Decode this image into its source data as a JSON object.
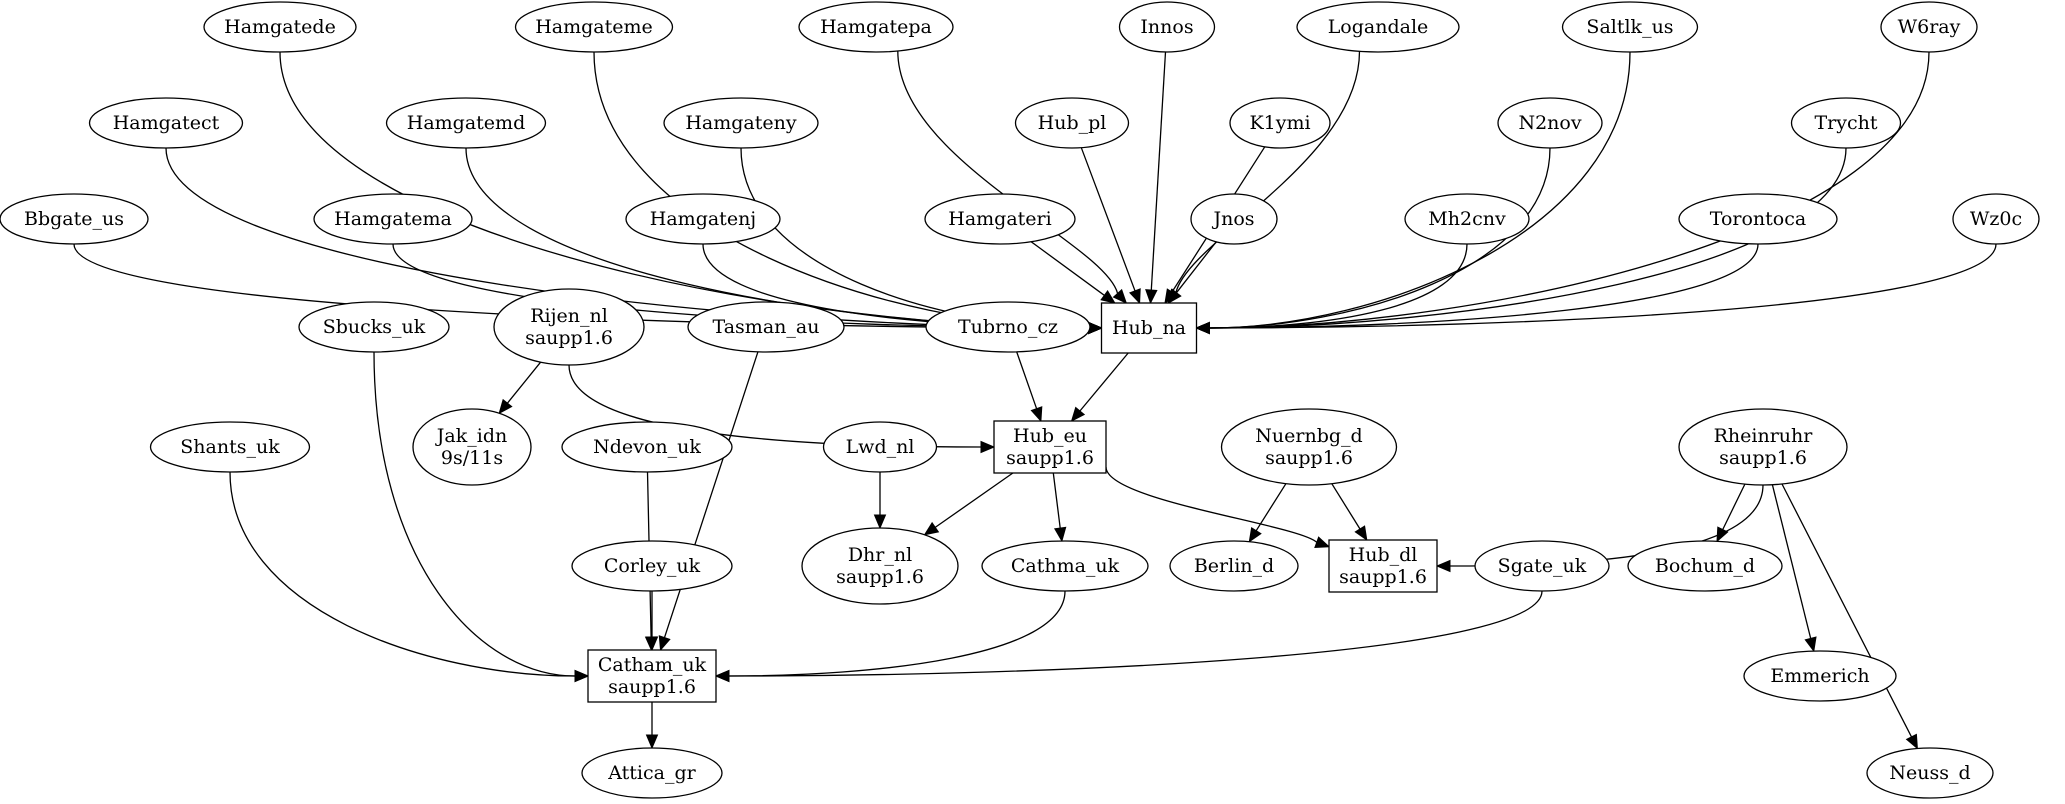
{
  "diagram": {
    "type": "directed-graph",
    "nodes": [
      {
        "id": "hamgatede",
        "shape": "ellipse",
        "lines": [
          "Hamgatede"
        ]
      },
      {
        "id": "hamgateme",
        "shape": "ellipse",
        "lines": [
          "Hamgateme"
        ]
      },
      {
        "id": "hamgatepa",
        "shape": "ellipse",
        "lines": [
          "Hamgatepa"
        ]
      },
      {
        "id": "innos",
        "shape": "ellipse",
        "lines": [
          "Innos"
        ]
      },
      {
        "id": "logandale",
        "shape": "ellipse",
        "lines": [
          "Logandale"
        ]
      },
      {
        "id": "saltlk_us",
        "shape": "ellipse",
        "lines": [
          "Saltlk_us"
        ]
      },
      {
        "id": "w6ray",
        "shape": "ellipse",
        "lines": [
          "W6ray"
        ]
      },
      {
        "id": "hamgatect",
        "shape": "ellipse",
        "lines": [
          "Hamgatect"
        ]
      },
      {
        "id": "hamgatemd",
        "shape": "ellipse",
        "lines": [
          "Hamgatemd"
        ]
      },
      {
        "id": "hamgateny",
        "shape": "ellipse",
        "lines": [
          "Hamgateny"
        ]
      },
      {
        "id": "hub_pl",
        "shape": "ellipse",
        "lines": [
          "Hub_pl"
        ]
      },
      {
        "id": "k1ymi",
        "shape": "ellipse",
        "lines": [
          "K1ymi"
        ]
      },
      {
        "id": "n2nov",
        "shape": "ellipse",
        "lines": [
          "N2nov"
        ]
      },
      {
        "id": "trycht",
        "shape": "ellipse",
        "lines": [
          "Trycht"
        ]
      },
      {
        "id": "bbgate_us",
        "shape": "ellipse",
        "lines": [
          "Bbgate_us"
        ]
      },
      {
        "id": "hamgatema",
        "shape": "ellipse",
        "lines": [
          "Hamgatema"
        ]
      },
      {
        "id": "hamgatenj",
        "shape": "ellipse",
        "lines": [
          "Hamgatenj"
        ]
      },
      {
        "id": "hamgateri",
        "shape": "ellipse",
        "lines": [
          "Hamgateri"
        ]
      },
      {
        "id": "jnos",
        "shape": "ellipse",
        "lines": [
          "Jnos"
        ]
      },
      {
        "id": "mh2cnv",
        "shape": "ellipse",
        "lines": [
          "Mh2cnv"
        ]
      },
      {
        "id": "torontoca",
        "shape": "ellipse",
        "lines": [
          "Torontoca"
        ]
      },
      {
        "id": "wz0c",
        "shape": "ellipse",
        "lines": [
          "Wz0c"
        ]
      },
      {
        "id": "hub_na",
        "shape": "box",
        "lines": [
          "Hub_na"
        ]
      },
      {
        "id": "sbucks_uk",
        "shape": "ellipse",
        "lines": [
          "Sbucks_uk"
        ]
      },
      {
        "id": "rijen_nl",
        "shape": "ellipse",
        "lines": [
          "Rijen_nl",
          "saupp1.6"
        ]
      },
      {
        "id": "tasman_au",
        "shape": "ellipse",
        "lines": [
          "Tasman_au"
        ]
      },
      {
        "id": "tubrno_cz",
        "shape": "ellipse",
        "lines": [
          "Tubrno_cz"
        ]
      },
      {
        "id": "jak_idn",
        "shape": "ellipse",
        "lines": [
          "Jak_idn",
          "9s/11s"
        ]
      },
      {
        "id": "hub_eu",
        "shape": "box",
        "lines": [
          "Hub_eu",
          "saupp1.6"
        ]
      },
      {
        "id": "shants_uk",
        "shape": "ellipse",
        "lines": [
          "Shants_uk"
        ]
      },
      {
        "id": "ndevon_uk",
        "shape": "ellipse",
        "lines": [
          "Ndevon_uk"
        ]
      },
      {
        "id": "lwd_nl",
        "shape": "ellipse",
        "lines": [
          "Lwd_nl"
        ]
      },
      {
        "id": "nuernbg_d",
        "shape": "ellipse",
        "lines": [
          "Nuernbg_d",
          "saupp1.6"
        ]
      },
      {
        "id": "rheinruhr",
        "shape": "ellipse",
        "lines": [
          "Rheinruhr",
          "saupp1.6"
        ]
      },
      {
        "id": "dhr_nl",
        "shape": "ellipse",
        "lines": [
          "Dhr_nl",
          "saupp1.6"
        ]
      },
      {
        "id": "cathma_uk",
        "shape": "ellipse",
        "lines": [
          "Cathma_uk"
        ]
      },
      {
        "id": "berlin_d",
        "shape": "ellipse",
        "lines": [
          "Berlin_d"
        ]
      },
      {
        "id": "hub_dl",
        "shape": "box",
        "lines": [
          "Hub_dl",
          "saupp1.6"
        ]
      },
      {
        "id": "sgate_uk",
        "shape": "ellipse",
        "lines": [
          "Sgate_uk"
        ]
      },
      {
        "id": "bochum_d",
        "shape": "ellipse",
        "lines": [
          "Bochum_d"
        ]
      },
      {
        "id": "corley_uk",
        "shape": "ellipse",
        "lines": [
          "Corley_uk"
        ]
      },
      {
        "id": "catham_uk",
        "shape": "box",
        "lines": [
          "Catham_uk",
          "saupp1.6"
        ]
      },
      {
        "id": "emmerich",
        "shape": "ellipse",
        "lines": [
          "Emmerich"
        ]
      },
      {
        "id": "attica_gr",
        "shape": "ellipse",
        "lines": [
          "Attica_gr"
        ]
      },
      {
        "id": "neuss_d",
        "shape": "ellipse",
        "lines": [
          "Neuss_d"
        ]
      }
    ],
    "edges": [
      [
        "bbgate_us",
        "hub_na"
      ],
      [
        "hamgatect",
        "hub_na"
      ],
      [
        "hamgatede",
        "hub_na"
      ],
      [
        "hamgatema",
        "hub_na"
      ],
      [
        "hamgatemd",
        "hub_na"
      ],
      [
        "hamgateme",
        "hub_na"
      ],
      [
        "hamgatenj",
        "hub_na"
      ],
      [
        "hamgateny",
        "hub_na"
      ],
      [
        "hamgatepa",
        "hub_na"
      ],
      [
        "hamgateri",
        "hub_na"
      ],
      [
        "hub_pl",
        "hub_na"
      ],
      [
        "innos",
        "hub_na"
      ],
      [
        "jnos",
        "hub_na"
      ],
      [
        "k1ymi",
        "hub_na"
      ],
      [
        "logandale",
        "hub_na"
      ],
      [
        "mh2cnv",
        "hub_na"
      ],
      [
        "n2nov",
        "hub_na"
      ],
      [
        "saltlk_us",
        "hub_na"
      ],
      [
        "torontoca",
        "hub_na"
      ],
      [
        "trycht",
        "hub_na"
      ],
      [
        "w6ray",
        "hub_na"
      ],
      [
        "wz0c",
        "hub_na"
      ],
      [
        "hub_na",
        "hub_eu"
      ],
      [
        "tubrno_cz",
        "hub_eu"
      ],
      [
        "rijen_nl",
        "hub_eu"
      ],
      [
        "rijen_nl",
        "jak_idn"
      ],
      [
        "hub_eu",
        "dhr_nl"
      ],
      [
        "hub_eu",
        "cathma_uk"
      ],
      [
        "hub_eu",
        "hub_dl"
      ],
      [
        "lwd_nl",
        "dhr_nl"
      ],
      [
        "nuernbg_d",
        "berlin_d"
      ],
      [
        "nuernbg_d",
        "hub_dl"
      ],
      [
        "rheinruhr",
        "hub_dl"
      ],
      [
        "rheinruhr",
        "bochum_d"
      ],
      [
        "rheinruhr",
        "emmerich"
      ],
      [
        "rheinruhr",
        "neuss_d"
      ],
      [
        "sbucks_uk",
        "catham_uk"
      ],
      [
        "shants_uk",
        "catham_uk"
      ],
      [
        "ndevon_uk",
        "catham_uk"
      ],
      [
        "tasman_au",
        "catham_uk"
      ],
      [
        "corley_uk",
        "catham_uk"
      ],
      [
        "cathma_uk",
        "catham_uk"
      ],
      [
        "sgate_uk",
        "catham_uk"
      ],
      [
        "catham_uk",
        "attica_gr"
      ]
    ]
  }
}
